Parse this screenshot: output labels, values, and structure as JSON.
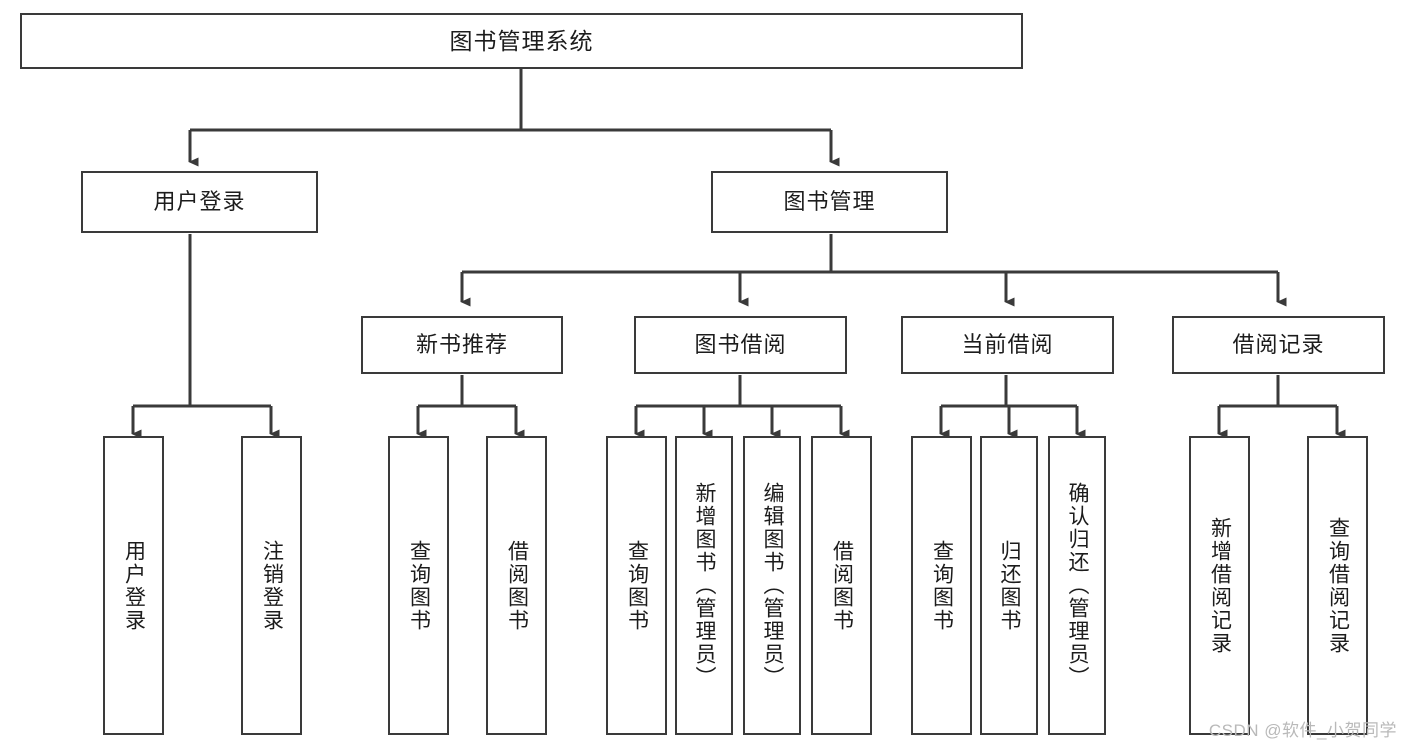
{
  "diagram": {
    "title": "图书管理系统",
    "type": "tree-hierarchy-diagram",
    "root": {
      "id": "root",
      "label": "图书管理系统"
    },
    "level2": [
      {
        "id": "user-login",
        "label": "用户登录"
      },
      {
        "id": "book-manage",
        "label": "图书管理"
      }
    ],
    "level3": [
      {
        "id": "new-book-rec",
        "label": "新书推荐"
      },
      {
        "id": "book-borrow",
        "label": "图书借阅"
      },
      {
        "id": "current-borrow",
        "label": "当前借阅"
      },
      {
        "id": "borrow-record",
        "label": "借阅记录"
      }
    ],
    "leaves": {
      "user_login": [
        {
          "id": "leaf-user-login",
          "label": "用户登录"
        },
        {
          "id": "leaf-logout-login",
          "label": "注销登录"
        }
      ],
      "new_book_rec": [
        {
          "id": "leaf-query-book-1",
          "label": "查询图书"
        },
        {
          "id": "leaf-borrow-book-1",
          "label": "借阅图书"
        }
      ],
      "book_borrow": [
        {
          "id": "leaf-query-book-2",
          "label": "查询图书"
        },
        {
          "id": "leaf-add-book",
          "label": "新增图书（管理员）"
        },
        {
          "id": "leaf-edit-book",
          "label": "编辑图书（管理员）"
        },
        {
          "id": "leaf-borrow-book-2",
          "label": "借阅图书"
        }
      ],
      "current_borrow": [
        {
          "id": "leaf-query-book-3",
          "label": "查询图书"
        },
        {
          "id": "leaf-return-book",
          "label": "归还图书"
        },
        {
          "id": "leaf-confirm-return",
          "label": "确认归还（管理员）"
        }
      ],
      "borrow_record": [
        {
          "id": "leaf-add-record",
          "label": "新增借阅记录"
        },
        {
          "id": "leaf-query-record",
          "label": "查询借阅记录"
        }
      ]
    }
  },
  "watermark": {
    "text": "CSDN @软件_小贺同学"
  },
  "colors": {
    "border": "#3a3a3a",
    "text": "#1c1c1c",
    "background": "#ffffff",
    "watermark": "#b9b9b9"
  }
}
